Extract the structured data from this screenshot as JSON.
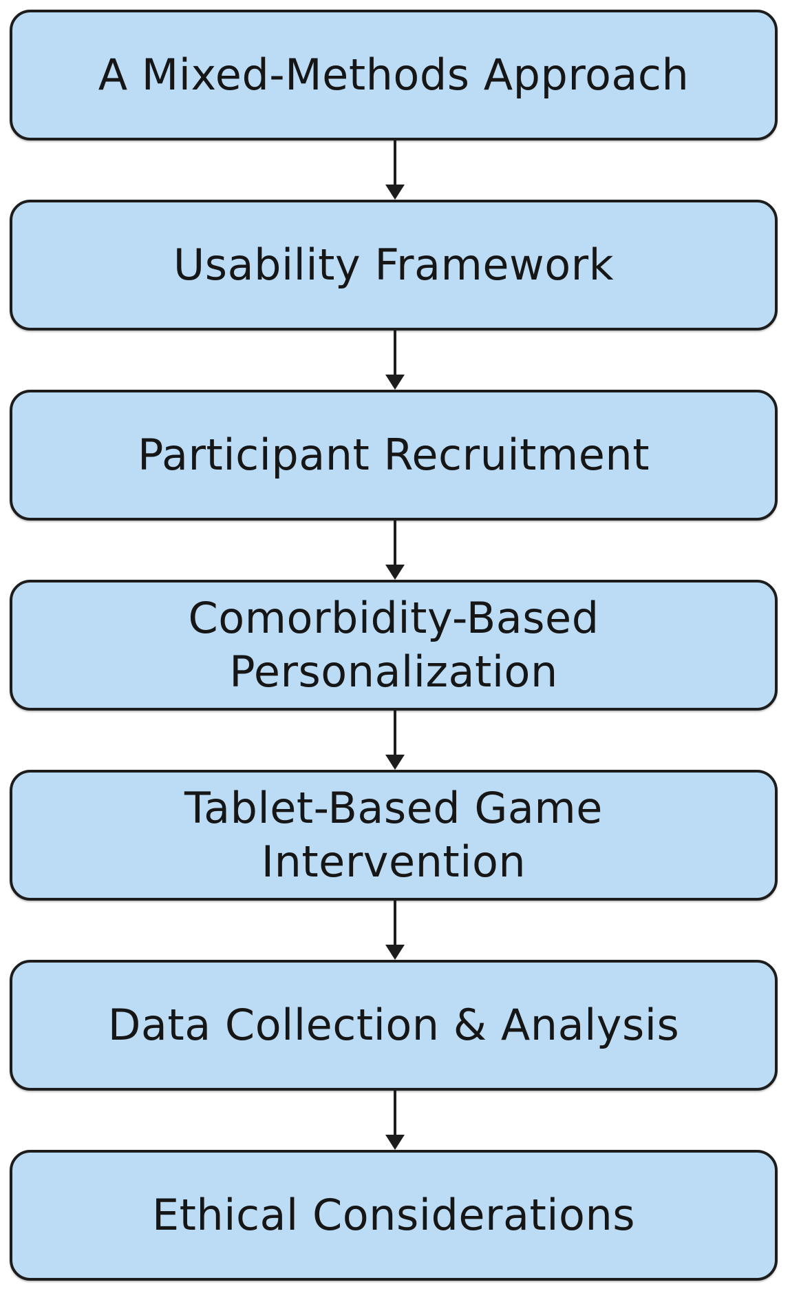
{
  "diagram": {
    "steps": [
      {
        "label": "A Mixed-Methods Approach"
      },
      {
        "label": "Usability Framework"
      },
      {
        "label": "Participant Recruitment"
      },
      {
        "label": "Comorbidity-Based\nPersonalization"
      },
      {
        "label": "Tablet-Based Game\nIntervention"
      },
      {
        "label": "Data Collection & Analysis"
      },
      {
        "label": "Ethical Considerations"
      }
    ],
    "colors": {
      "box_fill": "#bcdcf5",
      "box_border": "#1d1d1d",
      "arrow": "#1d1d1d",
      "text": "#161616"
    }
  }
}
